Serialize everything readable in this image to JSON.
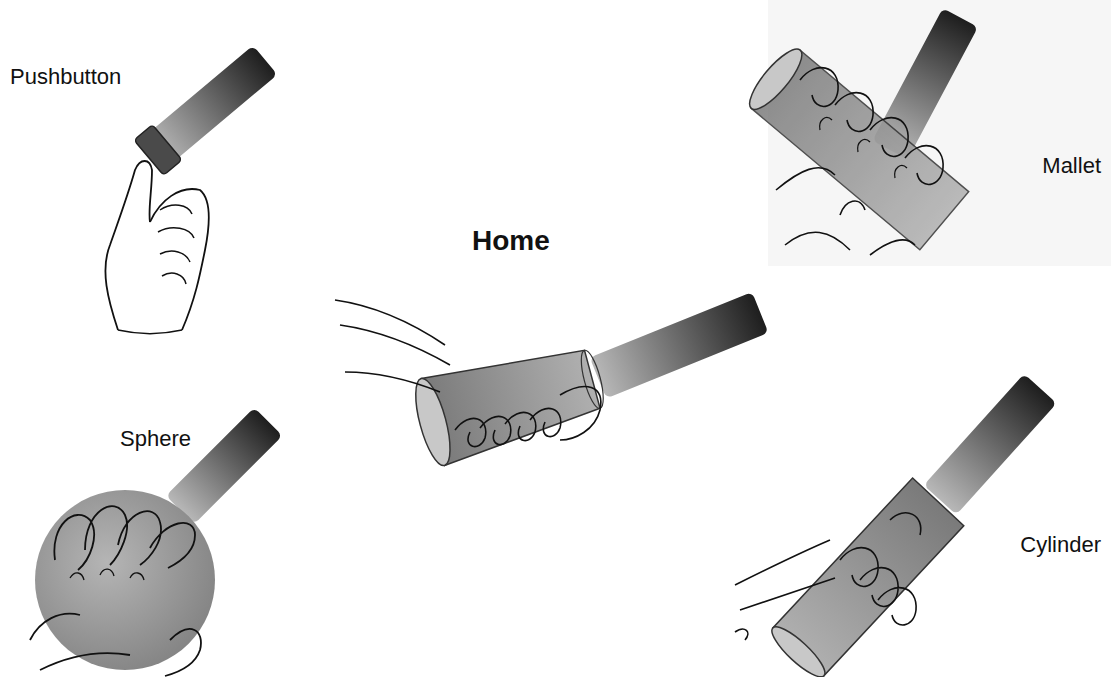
{
  "diagram": {
    "labels": [
      "Pushbutton",
      "Mallet",
      "Home",
      "Sphere",
      "Cylinder"
    ]
  }
}
